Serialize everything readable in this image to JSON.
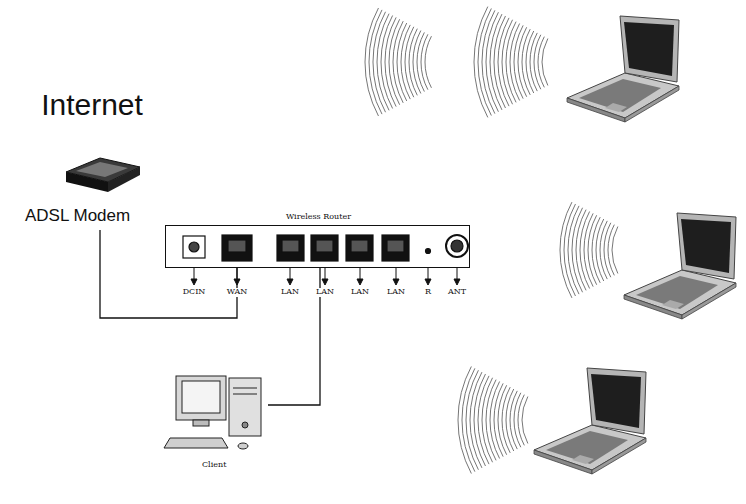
{
  "diagram": {
    "nodes": [
      {
        "text": [
          "ADSL Modem"
        ]
      },
      {
        "text": [
          "Wireless Router"
        ]
      },
      {
        "text": [
          "Client"
        ]
      }
    ],
    "edges": [
      {
        "from": 0,
        "to": 1,
        "arrow": "none"
      },
      {
        "from": 2,
        "to": 1,
        "arrow": "none"
      }
    ],
    "labels": [
      "Internet",
      "DCIN",
      "WAN",
      "LAN",
      "LAN",
      "LAN",
      "LAN",
      "R",
      "ANT"
    ]
  }
}
